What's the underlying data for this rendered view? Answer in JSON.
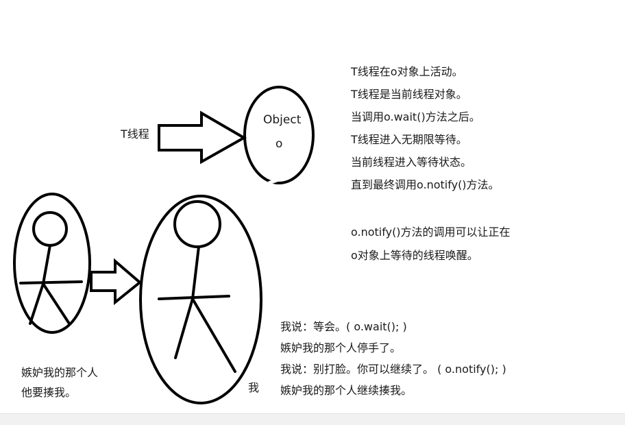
{
  "diagram": {
    "t_thread_label": "T线程",
    "object_label": "Object",
    "object_var": "o",
    "me_label": "我"
  },
  "notes_t_thread": [
    "T线程在o对象上活动。",
    "T线程是当前线程对象。",
    "当调用o.wait()方法之后。",
    "T线程进入无期限等待。",
    "当前线程进入等待状态。",
    "直到最终调用o.notify()方法。"
  ],
  "notes_notify": [
    "o.notify()方法的调用可以让正在",
    "o对象上等待的线程唤醒。"
  ],
  "dialogue": [
    "我说：等会。( o.wait(); )",
    "嫉妒我的那个人停手了。",
    "我说：别打脸。你可以继续了。 ( o.notify(); )",
    "嫉妒我的那个人继续揍我。"
  ],
  "jealous_caption": [
    "嫉妒我的那个人",
    "他要揍我。"
  ]
}
